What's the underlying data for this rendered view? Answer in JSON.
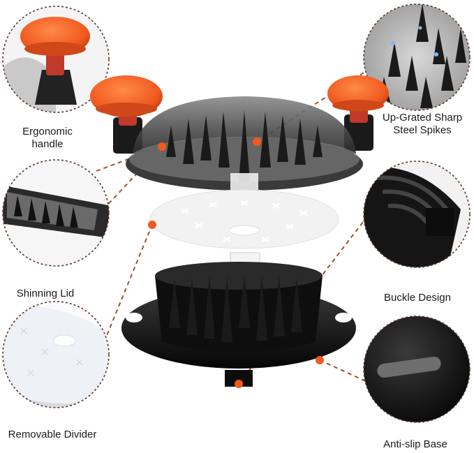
{
  "callouts": {
    "handle": "Ergonomic\nhandle",
    "spikes": "Up-Grated Sharp\nSteel Spikes",
    "lid": "Shinning Lid",
    "buckle": "Buckle Design",
    "divider": "Removable Divider",
    "base": "Anti-slip Base"
  },
  "colors": {
    "accent_orange": "#f05a1e",
    "dashed_line": "#a0522d",
    "body_black": "#111111",
    "lid_smoke": "#5a5a5a",
    "divider_white": "#f2f2f2"
  }
}
